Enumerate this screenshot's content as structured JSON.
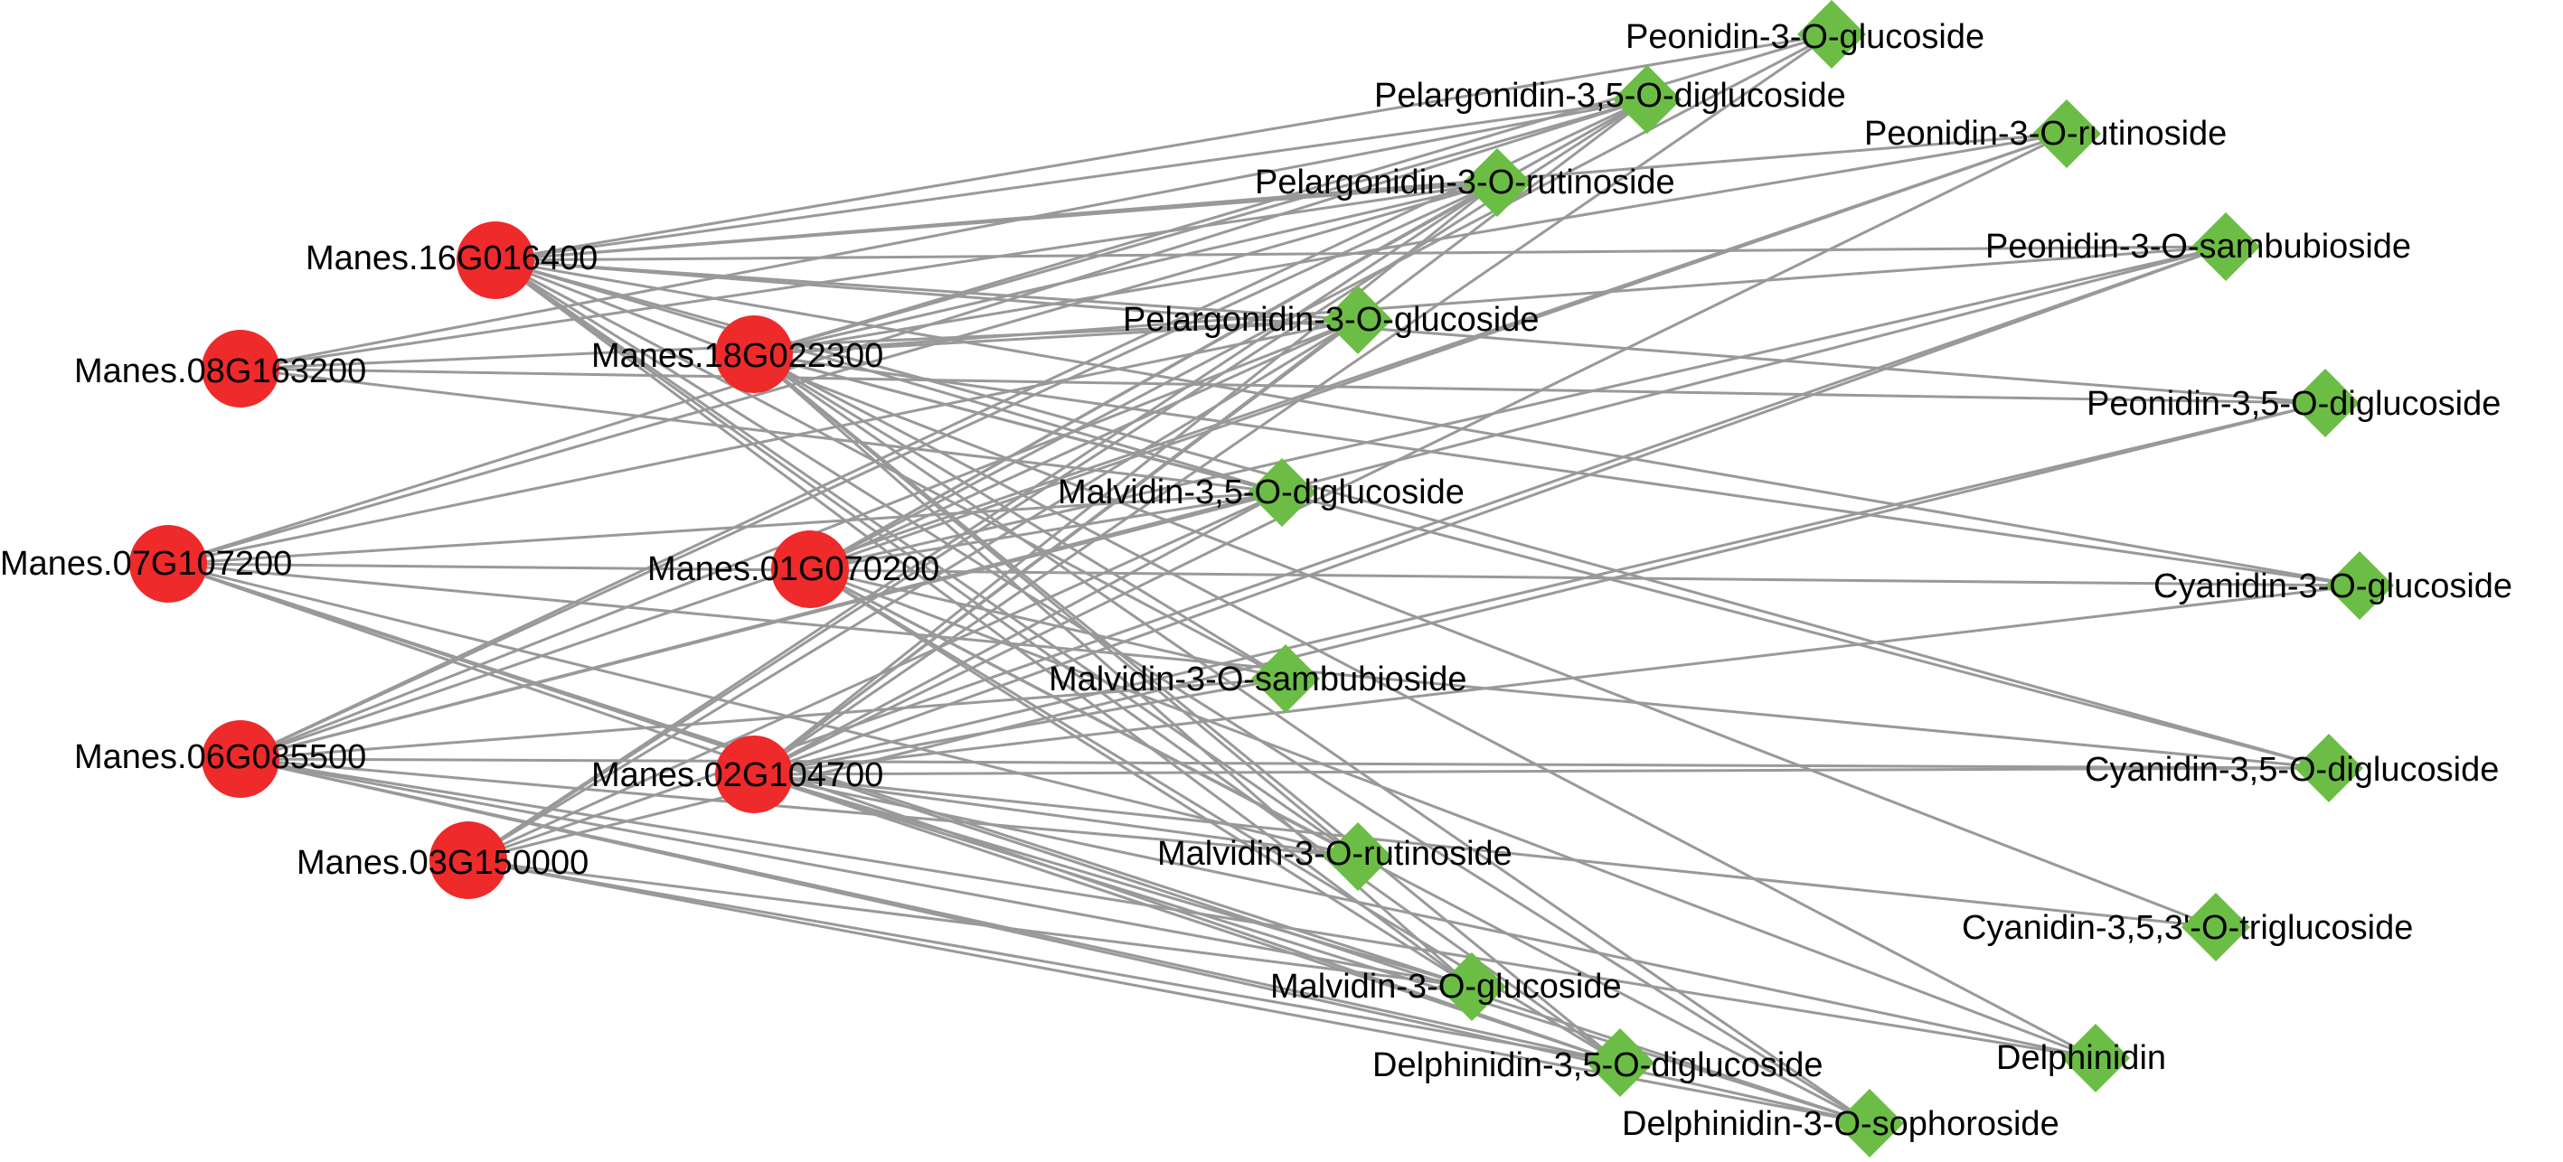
{
  "colors": {
    "gene_node": "#ee2a2a",
    "metabolite_node": "#6cbd45",
    "edge": "#999999",
    "label": "#000000"
  },
  "genes": [
    {
      "id": "g16",
      "label": "Manes.16G016400"
    },
    {
      "id": "g08",
      "label": "Manes.08G163200"
    },
    {
      "id": "g18",
      "label": "Manes.18G022300"
    },
    {
      "id": "g07",
      "label": "Manes.07G107200"
    },
    {
      "id": "g01",
      "label": "Manes.01G070200"
    },
    {
      "id": "g06",
      "label": "Manes.06G085500"
    },
    {
      "id": "g02",
      "label": "Manes.02G104700"
    },
    {
      "id": "g03",
      "label": "Manes.03G150000"
    }
  ],
  "metabolites": [
    {
      "id": "m1",
      "label": "Peonidin-3-O-glucoside"
    },
    {
      "id": "m2",
      "label": "Pelargonidin-3,5-O-diglucoside"
    },
    {
      "id": "m3",
      "label": "Peonidin-3-O-rutinoside"
    },
    {
      "id": "m4",
      "label": "Pelargonidin-3-O-rutinoside"
    },
    {
      "id": "m5",
      "label": "Peonidin-3-O-sambubioside"
    },
    {
      "id": "m6",
      "label": "Pelargonidin-3-O-glucoside"
    },
    {
      "id": "m7",
      "label": "Peonidin-3,5-O-diglucoside"
    },
    {
      "id": "m8",
      "label": "Malvidin-3,5-O-diglucoside"
    },
    {
      "id": "m9",
      "label": "Cyanidin-3-O-glucoside"
    },
    {
      "id": "m10",
      "label": "Malvidin-3-O-sambubioside"
    },
    {
      "id": "m11",
      "label": "Cyanidin-3,5-O-diglucoside"
    },
    {
      "id": "m12",
      "label": "Malvidin-3-O-rutinoside"
    },
    {
      "id": "m13",
      "label": "Cyanidin-3,5,3'-O-triglucoside"
    },
    {
      "id": "m14",
      "label": "Malvidin-3-O-glucoside"
    },
    {
      "id": "m15",
      "label": "Delphinidin"
    },
    {
      "id": "m16",
      "label": "Delphinidin-3,5-O-diglucoside"
    },
    {
      "id": "m17",
      "label": "Delphinidin-3-O-sophoroside"
    }
  ],
  "edges": [
    [
      "g16",
      "m1"
    ],
    [
      "g16",
      "m2"
    ],
    [
      "g16",
      "m3"
    ],
    [
      "g16",
      "m4"
    ],
    [
      "g16",
      "m5"
    ],
    [
      "g16",
      "m6"
    ],
    [
      "g16",
      "m7"
    ],
    [
      "g16",
      "m8"
    ],
    [
      "g16",
      "m9"
    ],
    [
      "g16",
      "m10"
    ],
    [
      "g16",
      "m11"
    ],
    [
      "g16",
      "m12"
    ],
    [
      "g16",
      "m13"
    ],
    [
      "g16",
      "m14"
    ],
    [
      "g16",
      "m16"
    ],
    [
      "g16",
      "m17"
    ],
    [
      "g08",
      "m2"
    ],
    [
      "g08",
      "m4"
    ],
    [
      "g08",
      "m6"
    ],
    [
      "g08",
      "m7"
    ],
    [
      "g08",
      "m8"
    ],
    [
      "g18",
      "m1"
    ],
    [
      "g18",
      "m2"
    ],
    [
      "g18",
      "m3"
    ],
    [
      "g18",
      "m4"
    ],
    [
      "g18",
      "m5"
    ],
    [
      "g18",
      "m6"
    ],
    [
      "g18",
      "m8"
    ],
    [
      "g18",
      "m9"
    ],
    [
      "g18",
      "m10"
    ],
    [
      "g18",
      "m11"
    ],
    [
      "g18",
      "m12"
    ],
    [
      "g18",
      "m14"
    ],
    [
      "g18",
      "m15"
    ],
    [
      "g18",
      "m16"
    ],
    [
      "g18",
      "m17"
    ],
    [
      "g07",
      "m2"
    ],
    [
      "g07",
      "m4"
    ],
    [
      "g07",
      "m6"
    ],
    [
      "g07",
      "m8"
    ],
    [
      "g07",
      "m9"
    ],
    [
      "g07",
      "m11"
    ],
    [
      "g07",
      "m12"
    ],
    [
      "g07",
      "m14"
    ],
    [
      "g07",
      "m16"
    ],
    [
      "g07",
      "m17"
    ],
    [
      "g01",
      "m1"
    ],
    [
      "g01",
      "m2"
    ],
    [
      "g01",
      "m3"
    ],
    [
      "g01",
      "m4"
    ],
    [
      "g01",
      "m5"
    ],
    [
      "g01",
      "m6"
    ],
    [
      "g01",
      "m8"
    ],
    [
      "g01",
      "m10"
    ],
    [
      "g01",
      "m12"
    ],
    [
      "g01",
      "m14"
    ],
    [
      "g01",
      "m15"
    ],
    [
      "g01",
      "m16"
    ],
    [
      "g01",
      "m17"
    ],
    [
      "g06",
      "m2"
    ],
    [
      "g06",
      "m3"
    ],
    [
      "g06",
      "m4"
    ],
    [
      "g06",
      "m5"
    ],
    [
      "g06",
      "m6"
    ],
    [
      "g06",
      "m8"
    ],
    [
      "g06",
      "m10"
    ],
    [
      "g06",
      "m11"
    ],
    [
      "g06",
      "m12"
    ],
    [
      "g06",
      "m14"
    ],
    [
      "g06",
      "m15"
    ],
    [
      "g06",
      "m16"
    ],
    [
      "g06",
      "m17"
    ],
    [
      "g02",
      "m1"
    ],
    [
      "g02",
      "m2"
    ],
    [
      "g02",
      "m3"
    ],
    [
      "g02",
      "m4"
    ],
    [
      "g02",
      "m5"
    ],
    [
      "g02",
      "m6"
    ],
    [
      "g02",
      "m7"
    ],
    [
      "g02",
      "m8"
    ],
    [
      "g02",
      "m9"
    ],
    [
      "g02",
      "m10"
    ],
    [
      "g02",
      "m11"
    ],
    [
      "g02",
      "m12"
    ],
    [
      "g02",
      "m13"
    ],
    [
      "g02",
      "m14"
    ],
    [
      "g02",
      "m15"
    ],
    [
      "g02",
      "m16"
    ],
    [
      "g02",
      "m17"
    ],
    [
      "g03",
      "m2"
    ],
    [
      "g03",
      "m4"
    ],
    [
      "g03",
      "m5"
    ],
    [
      "g03",
      "m6"
    ],
    [
      "g03",
      "m7"
    ],
    [
      "g03",
      "m8"
    ],
    [
      "g03",
      "m14"
    ],
    [
      "g03",
      "m16"
    ],
    [
      "g03",
      "m17"
    ]
  ]
}
